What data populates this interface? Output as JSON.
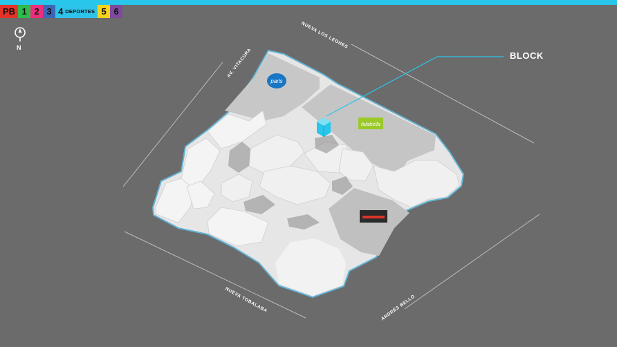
{
  "floors": [
    {
      "label": "PB",
      "color": "#e5332a",
      "text_color": "#111111"
    },
    {
      "label": "1",
      "color": "#2dbb4e",
      "text_color": "#111111"
    },
    {
      "label": "2",
      "color": "#ec2f7a",
      "text_color": "#111111"
    },
    {
      "label": "3",
      "color": "#3d66b6",
      "text_color": "#111111"
    },
    {
      "label": "4",
      "sublabel": "DEPORTES",
      "color": "#2ec3e8",
      "text_color": "#111111"
    },
    {
      "label": "5",
      "color": "#f6d31c",
      "text_color": "#111111"
    },
    {
      "label": "6",
      "color": "#7d4a9e",
      "text_color": "#111111"
    }
  ],
  "compass": {
    "label": "N"
  },
  "streets": {
    "av_vitacura": "AV. VITACURA",
    "nueva_los_leones": "NUEVA LOS LEONES",
    "nueva_tobalaba": "NUEVA TOBALABA",
    "andres_bello": "ANDRÉS BELLO"
  },
  "highlight": {
    "label": "BLOCK",
    "color": "#27c6ea"
  },
  "stores": {
    "paris": "paris",
    "falabella": "falabella"
  },
  "colors": {
    "background": "#6b6b6b",
    "building": "#eeeeee",
    "building_shade": "#c9c9c9",
    "outline": "#63b3d3",
    "accent": "#27c6ea"
  }
}
